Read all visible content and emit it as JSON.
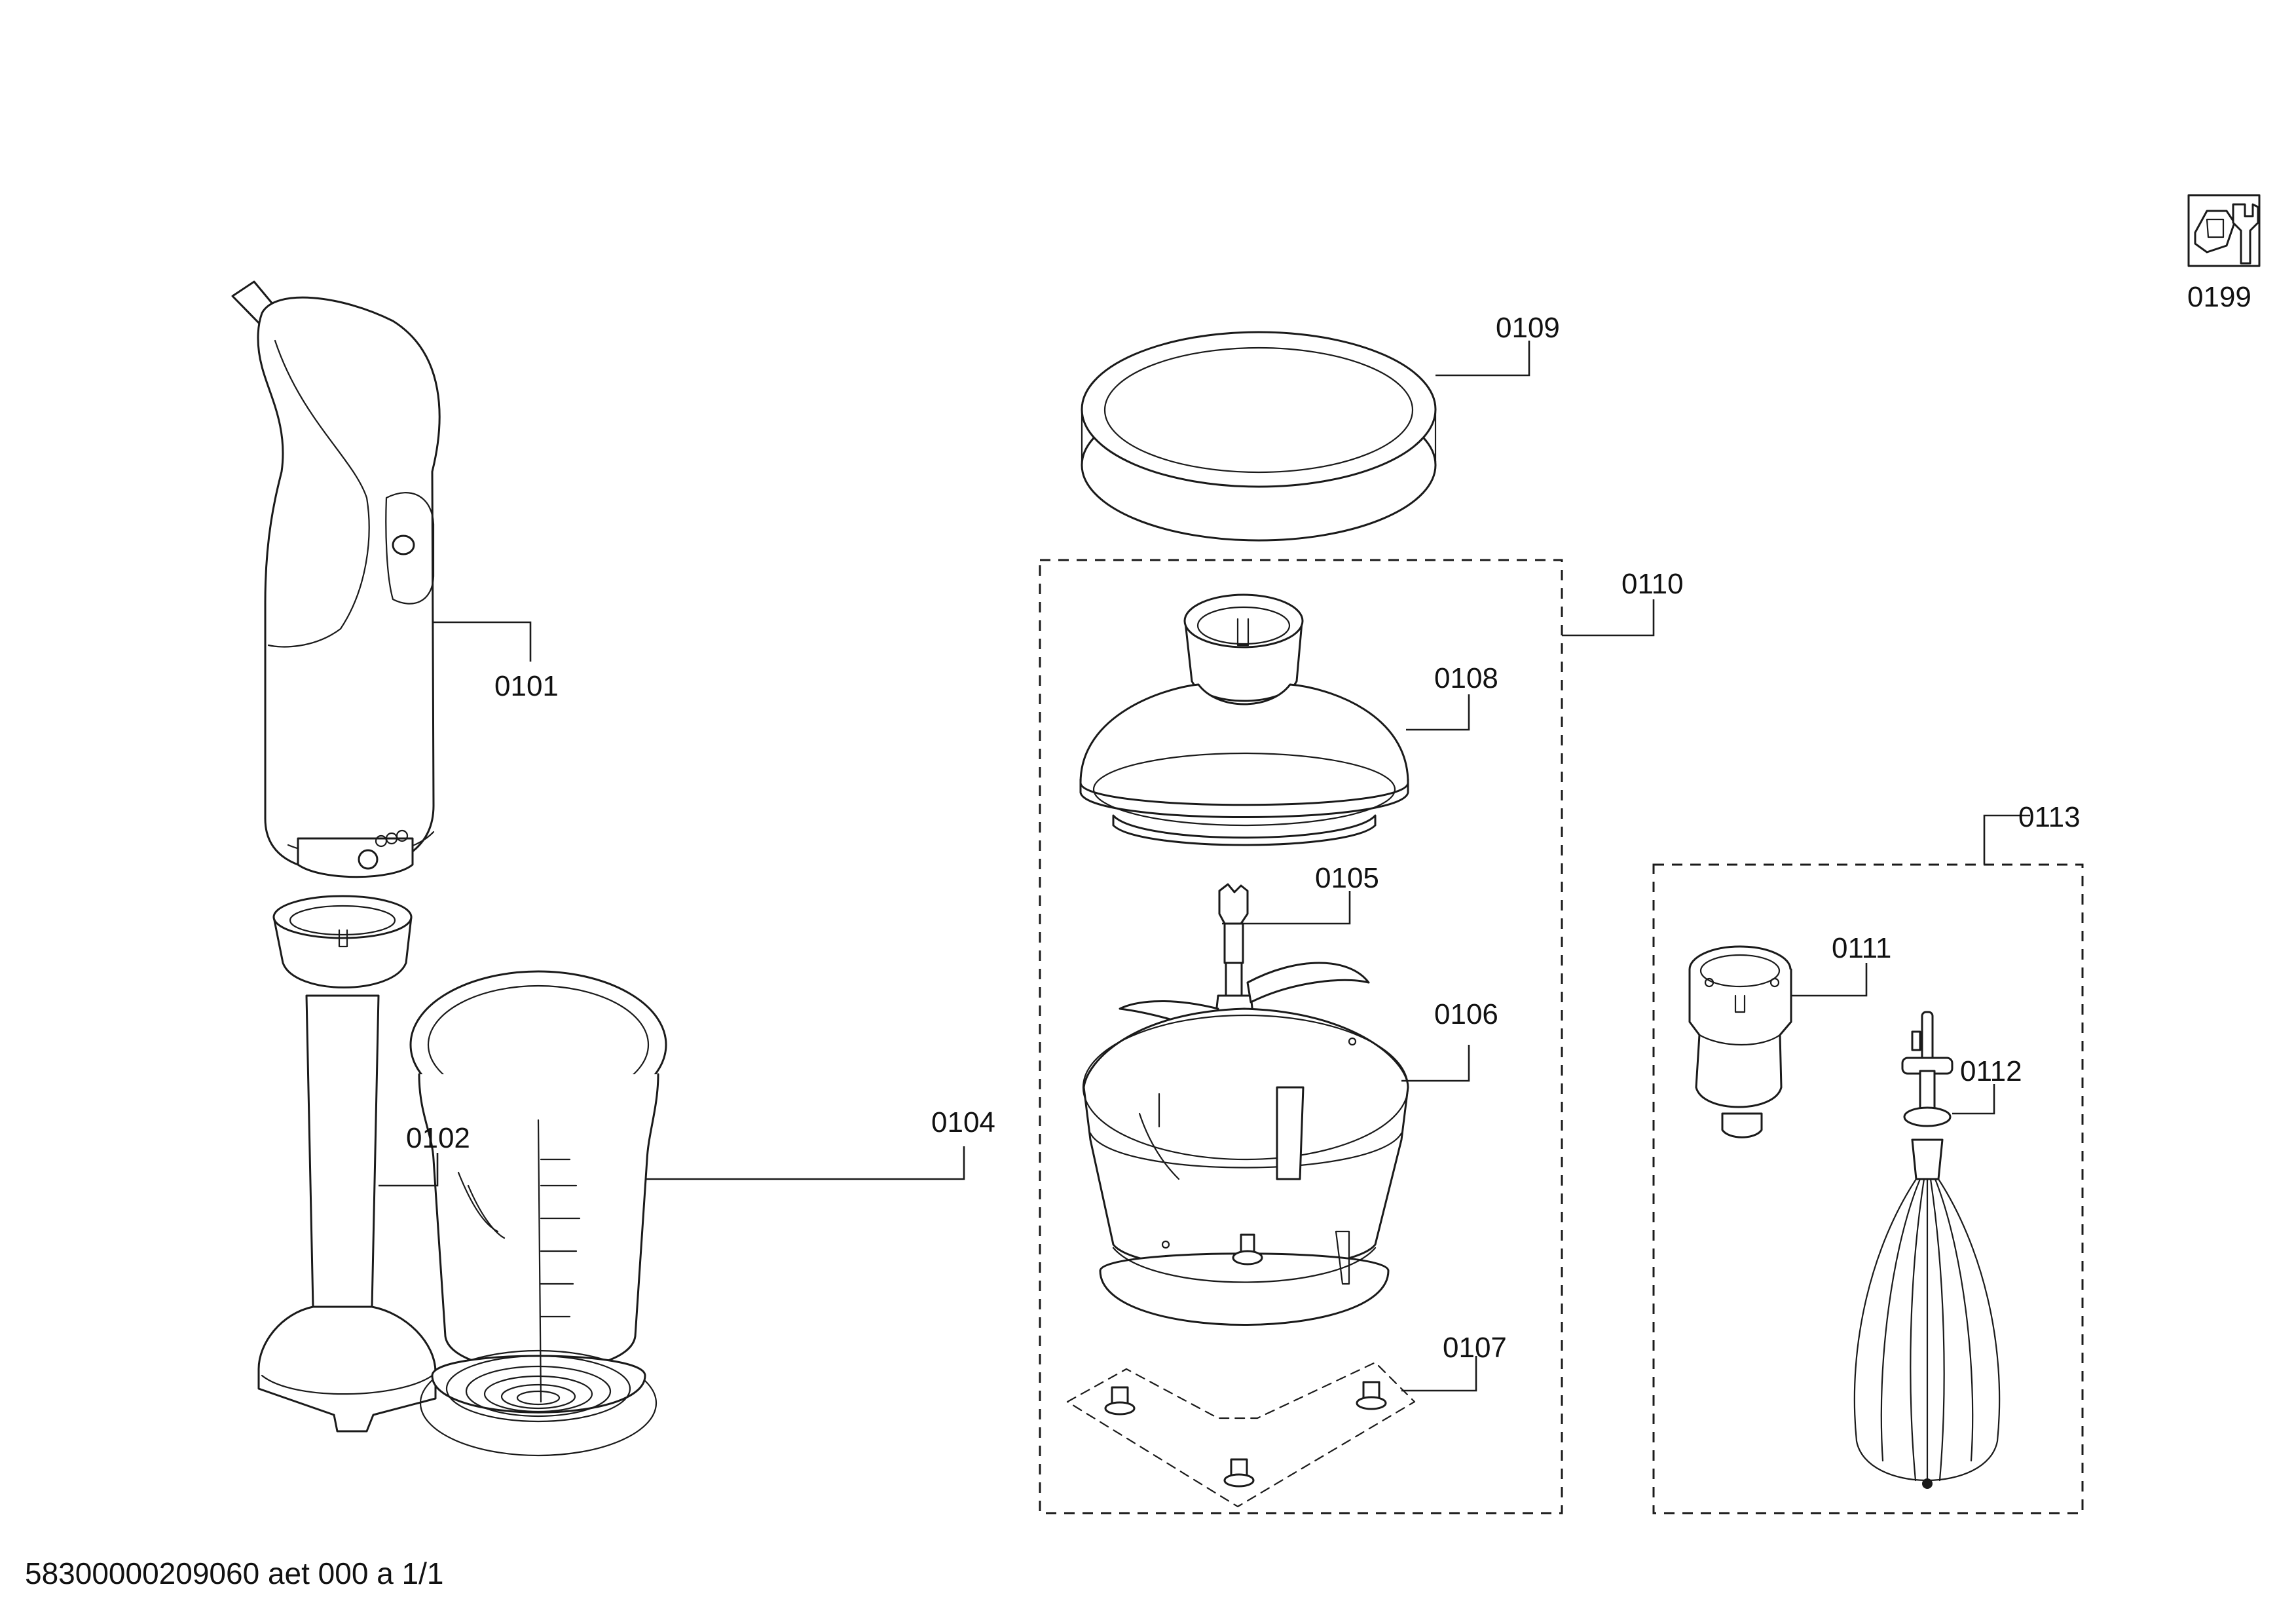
{
  "labels": {
    "p0101": "0101",
    "p0102": "0102",
    "p0104": "0104",
    "p0105": "0105",
    "p0106": "0106",
    "p0107": "0107",
    "p0108": "0108",
    "p0109": "0109",
    "p0110": "0110",
    "p0111": "0111",
    "p0112": "0112",
    "p0113": "0113",
    "p0199": "0199"
  },
  "footer": {
    "document_code": "58300000209060 aet 000 a 1/1"
  },
  "icons": {
    "service_icon": "nut-wrench-icon"
  },
  "colors": {
    "line": "#1a1a1a",
    "background": "#ffffff"
  }
}
